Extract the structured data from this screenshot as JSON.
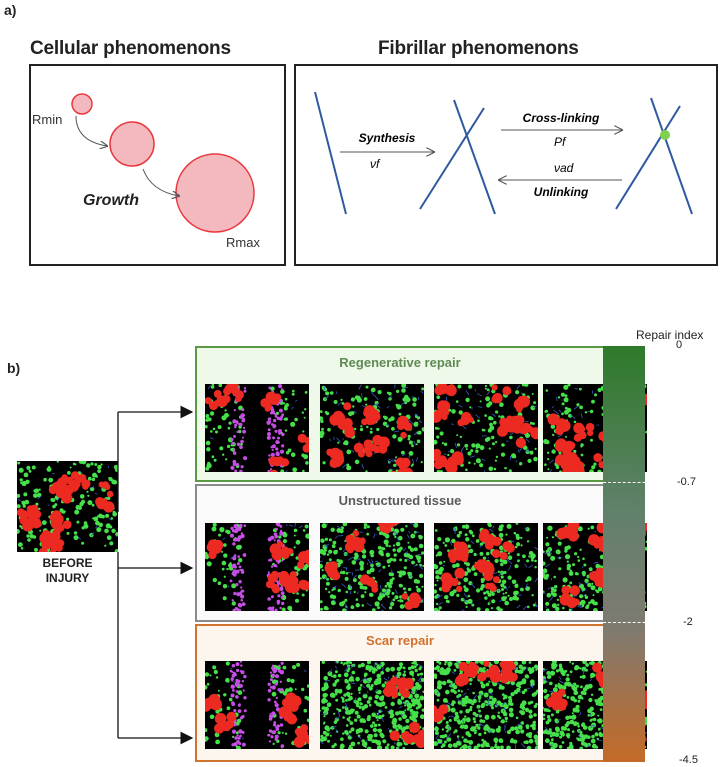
{
  "panel_a": {
    "label": "a)",
    "cellular": {
      "title": "Cellular phenomenons",
      "rmin": "Rmin",
      "growth": "Growth",
      "rmax": "Rmax"
    },
    "fibrillar": {
      "title": "Fibrillar phenomenons",
      "synthesis": "Synthesis",
      "synthesis_rate": "νf",
      "crosslinking": "Cross-linking",
      "crosslinking_prob": "Pf",
      "unlinking_rate": "νad",
      "unlinking": "Unlinking"
    }
  },
  "panel_b": {
    "label": "b)",
    "before_label_1": "BEFORE",
    "before_label_2": "INJURY",
    "groups": [
      {
        "title": "Regenerative repair",
        "title_color": "#5f8a53",
        "border": "#5b9a45",
        "bg": "#eef9ea"
      },
      {
        "title": "Unstructured tissue",
        "title_color": "#5a5a5a",
        "border": "#8a8a8a",
        "bg": "#fafafa"
      },
      {
        "title": "Scar repair",
        "title_color": "#d2702e",
        "border": "#d0732f",
        "bg": "#fdf6ef"
      }
    ],
    "scale": {
      "title": "Repair index",
      "ticks": [
        "0",
        "-0.7",
        "-2",
        "-4.5"
      ],
      "colors": {
        "top": "#2e7a2a",
        "bottom": "#c46a27"
      }
    }
  }
}
